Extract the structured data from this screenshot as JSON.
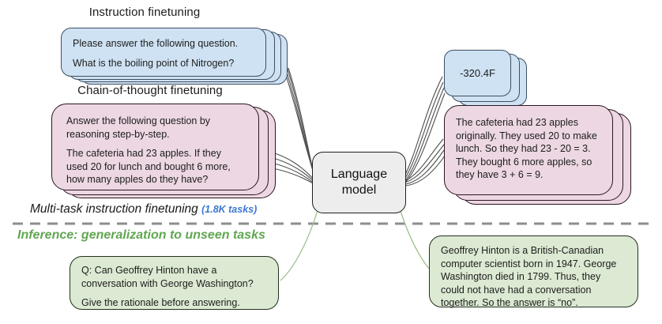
{
  "headings": {
    "instruction": "Instruction finetuning",
    "cot": "Chain-of-thought finetuning"
  },
  "model_box": {
    "label": "Language model"
  },
  "phase_labels": {
    "finetune": "Multi-task instruction finetuning",
    "finetune_badge": "(1.8K tasks)",
    "inference": "Inference: generalization to unseen tasks"
  },
  "cards": {
    "instruction_prompt": {
      "lines": [
        "Please answer the following question.",
        "What is the boiling point of Nitrogen?"
      ]
    },
    "cot_prompt": {
      "lines": [
        "Answer the following question by reasoning step-by-step.",
        "The cafeteria had 23 apples. If they used 20 for lunch and bought 6 more, how many apples do they have?"
      ]
    },
    "instruction_answer": {
      "lines": [
        "-320.4F"
      ]
    },
    "cot_answer": {
      "lines": [
        "The cafeteria had 23 apples originally. They used 20 to make lunch. So they had 23 - 20 = 3. They bought 6 more apples, so they have 3 + 6 = 9."
      ]
    },
    "inference_prompt": {
      "lines": [
        "Q: Can Geoffrey Hinton have a conversation with George Washington?",
        "Give the rationale before answering."
      ]
    },
    "inference_answer": {
      "lines": [
        "Geoffrey Hinton is a British-Canadian computer scientist born in 1947. George Washington died in 1799. Thus, they could not have had a conversation together. So the answer is “no”."
      ]
    }
  },
  "colors": {
    "prompt_blue_fill": "#cfe2f3",
    "prompt_blue_border": "#3d4e61",
    "cot_pink_fill": "#ecd7e2",
    "cot_pink_border": "#2b1722",
    "inference_green_fill": "#dcead3",
    "inference_green_border": "#24301f",
    "model_gray_fill": "#ededed",
    "connector_dark": "#4d4d4d",
    "connector_green": "#9dc18c",
    "divider_gray": "#8d8d8d",
    "badge_blue": "#3b77d3",
    "inference_label_green": "#60a751"
  }
}
